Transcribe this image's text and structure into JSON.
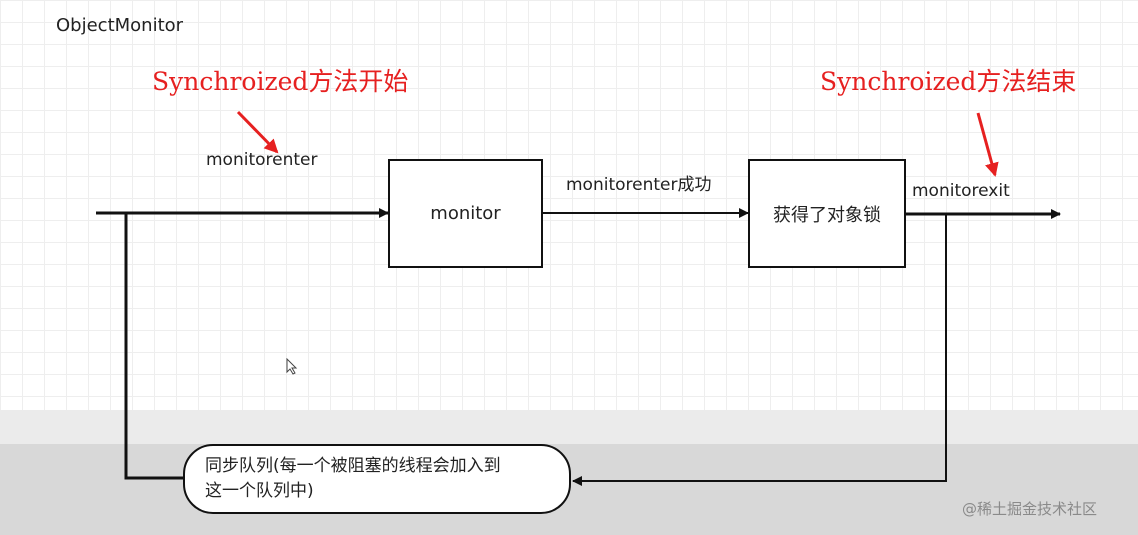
{
  "title": "ObjectMonitor",
  "annotations": {
    "start": "Synchroized方法开始",
    "end": "Synchroized方法结束"
  },
  "labels": {
    "enter": "monitorenter",
    "enter_success": "monitorenter成功",
    "exit": "monitorexit"
  },
  "boxes": {
    "monitor": "monitor",
    "lock": "获得了对象锁"
  },
  "queue": {
    "line1": "同步队列(每一个被阻塞的线程会加入到",
    "line2": "这一个队列中)"
  },
  "watermark": "@稀土掘金技术社区",
  "colors": {
    "annotation": "#e62020",
    "line": "#111111"
  }
}
